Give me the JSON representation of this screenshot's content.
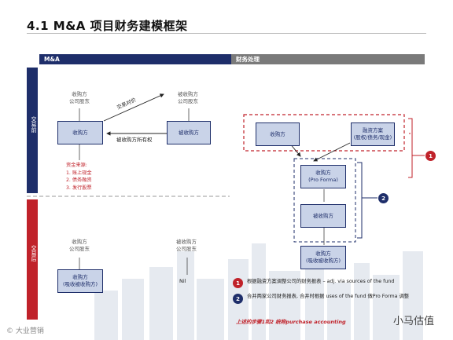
{
  "title": "4.1 M&A 项目财务建模框架",
  "header": {
    "left": "M&A",
    "right": "财务处理"
  },
  "sidebar": {
    "before": "交易前",
    "after": "交易后"
  },
  "left_top": {
    "buyer_equity": [
      "收购方",
      "公司股东"
    ],
    "target_equity": [
      "被收购方",
      "公司股东"
    ],
    "buyer_box": "收购方",
    "target_box": "被收购方",
    "arrow_consideration": "交易对价",
    "arrow_ownership": "被收购方所有权",
    "funding_title": "资金来源:",
    "funding_items": [
      "1.   账上现金",
      "2.   债务融资",
      "3.   发行股票"
    ]
  },
  "left_bottom": {
    "buyer_equity": [
      "收购方",
      "公司股东"
    ],
    "target_equity": [
      "被收购方",
      "公司股东"
    ],
    "combined_box": [
      "收购方",
      "(吸收被收购方)"
    ],
    "nil": "Nil"
  },
  "right": {
    "buyer_box": "收购方",
    "funding_box": [
      "融资方案",
      "(股权/债务/现金)"
    ],
    "proforma_box": [
      "收购方",
      "(Pro Forma)"
    ],
    "target_box": "被收购方",
    "final_box": [
      "收购方",
      "(吸收被收购方)"
    ],
    "badge1": "1",
    "badge2": "2"
  },
  "notes": [
    {
      "num": "1",
      "text": "根据融资方案调整公司的财务报表 – adj. via sources of the fund"
    },
    {
      "num": "2",
      "text": "合并两家公司财务报表, 合并时根据 uses of the fund 做Pro Forma 调整"
    }
  ],
  "footer": "上述的步骤1和2 统称purchase accounting",
  "watermark_left": "© 大业营销",
  "watermark_right": "小马估值",
  "colors": {
    "navy": "#1e2e6a",
    "red": "#c0222a",
    "grey": "#7a7a7a",
    "box_fill": "#c9d3e8"
  }
}
